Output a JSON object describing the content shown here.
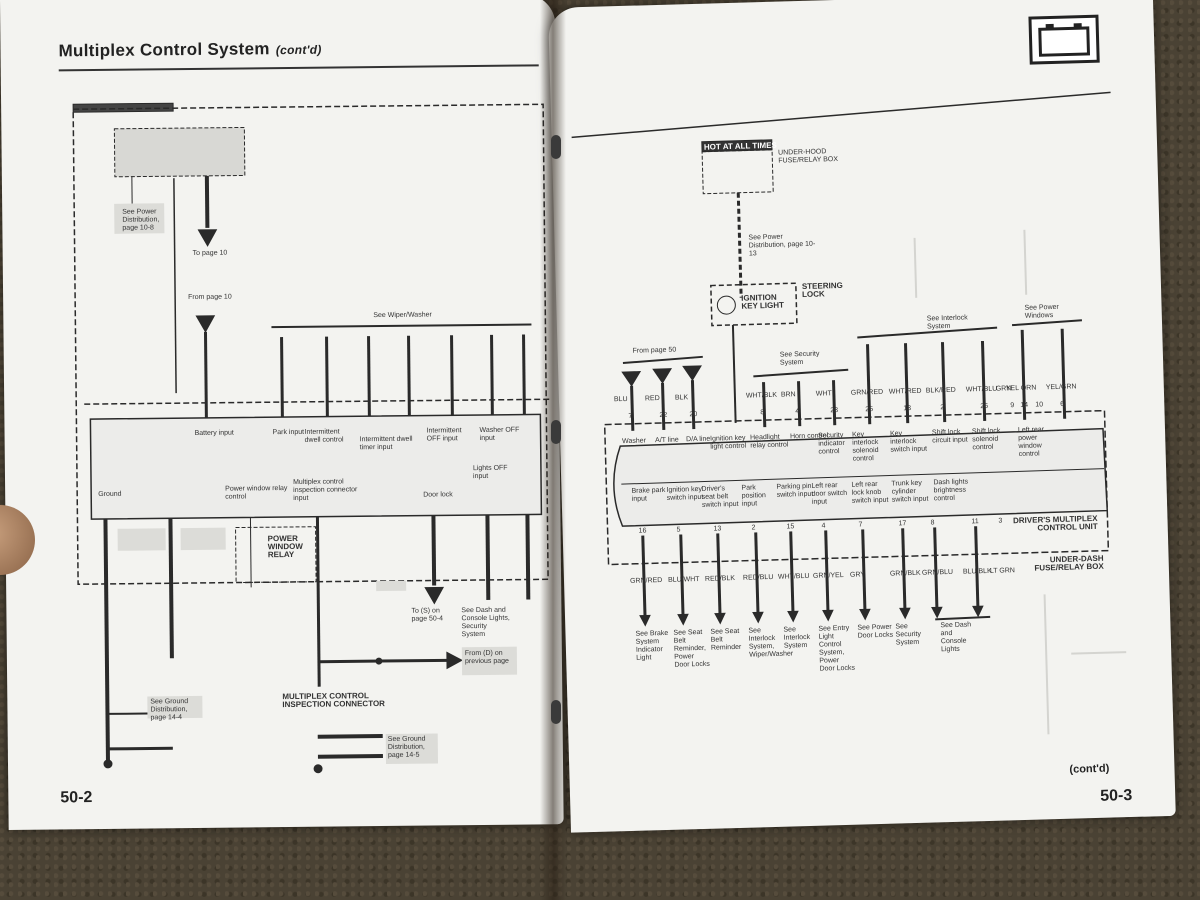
{
  "left_page": {
    "title": "Multiplex Control System",
    "title_cont": "(cont'd)",
    "page_number": "50-2",
    "labels": {
      "see_wiper_washer": "See Wiper/Washer",
      "to_page": "To page 10",
      "from_page": "From page 10",
      "park_input": "Park input",
      "battery": "Battery input",
      "intermittent": "Intermittent dwell control",
      "intermittent_timer": "Intermittent dwell timer input",
      "intermittent_off": "Intermittent OFF input",
      "washer_off": "Washer OFF input",
      "ground": "Ground",
      "power_window_relay": "Power window relay control",
      "multiplex_control": "Multiplex control inspection connector input",
      "door_lock": "Door lock",
      "lights_off": "Lights OFF input",
      "see_dash": "See Dash and Console Lights, Security System",
      "power_window_relay_box": "POWER WINDOW RELAY",
      "multiplex_connector": "MULTIPLEX CONTROL INSPECTION CONNECTOR",
      "see_ground": "See Ground Distribution, page 14-4",
      "see_ground_2": "See Ground Distribution, page 14-5",
      "see_power_dist": "See Power Distribution, page 10-8",
      "to_page_2": "To (S) on page 50-4",
      "from_previous": "From (D) on previous page"
    }
  },
  "right_page": {
    "page_number": "50-3",
    "cont_note": "(cont'd)",
    "hot_at_all_times": "HOT AT ALL TIMES",
    "under_hood_box": "UNDER-HOOD FUSE/RELAY BOX",
    "see_power_distribution": "See Power Distribution, page 10-13",
    "steering_lock": "STEERING LOCK",
    "ignition_key_light": "IGNITION KEY LIGHT",
    "from_page_50": "From page 50",
    "see_security": "See Security System",
    "see_interlock": "See Interlock System",
    "see_power_windows": "See Power Windows",
    "unit_name": "DRIVER'S MULTIPLEX CONTROL UNIT",
    "under_dash_box": "UNDER-DASH FUSE/RELAY BOX",
    "top_pins": [
      {
        "pin": "7",
        "wire": "BLU"
      },
      {
        "pin": "22",
        "wire": "RED"
      },
      {
        "pin": "20",
        "wire": "BLK"
      },
      {
        "pin": "8",
        "wire": "WHT/BLK"
      },
      {
        "pin": "4",
        "wire": "BRN"
      },
      {
        "pin": "23",
        "wire": "WHT"
      },
      {
        "pin": "25",
        "wire": "GRN/RED"
      },
      {
        "pin": "13",
        "wire": "WHT/RED"
      },
      {
        "pin": "2",
        "wire": "BLK/RED"
      },
      {
        "pin": "26",
        "wire": "WHT/BLU"
      },
      {
        "pin": "9",
        "wire": "GRN"
      },
      {
        "pin": "10",
        "wire": "ORN"
      },
      {
        "pin": "14",
        "wire": "YEL"
      },
      {
        "pin": "6",
        "wire": "YEL/GRN"
      }
    ],
    "unit_inputs_top": [
      "Washer",
      "A/T line",
      "D/A line",
      "Ignition key light control",
      "Headlight relay control",
      "Horn control",
      "Security indicator control",
      "Key interlock solenoid control",
      "Key interlock switch input",
      "Shift lock circuit input",
      "Shift lock solenoid control",
      "Left rear power window control"
    ],
    "unit_inputs_bottom": [
      "Brake park input",
      "Ignition key switch input",
      "Driver's seat belt switch input",
      "Park position input",
      "Parking pin switch input",
      "Left rear door switch input",
      "Left rear lock knob switch input",
      "Trunk key cylinder switch input",
      "Dash lights brightness control"
    ],
    "bottom_pins": [
      {
        "pin": "16",
        "wire": "GRN/RED"
      },
      {
        "pin": "5",
        "wire": "BLU/WHT"
      },
      {
        "pin": "13",
        "wire": "RED/BLK"
      },
      {
        "pin": "2",
        "wire": "RED/BLU"
      },
      {
        "pin": "15",
        "wire": "WHT/BLU"
      },
      {
        "pin": "4",
        "wire": "GRN/YEL"
      },
      {
        "pin": "7",
        "wire": "GRY"
      },
      {
        "pin": "17",
        "wire": "GRN/BLK"
      },
      {
        "pin": "8",
        "wire": "GRN/BLU"
      },
      {
        "pin": "11",
        "wire": "BLU/BLK"
      },
      {
        "pin": "3",
        "wire": "LT GRN"
      }
    ],
    "bottom_refs": [
      "See Brake System Indicator Light",
      "See Seat Belt Reminder, Power Door Locks",
      "See Seat Belt Reminder",
      "See Interlock System, Wiper/Washer",
      "See Interlock System",
      "See Entry Light Control System, Power Door Locks",
      "See Power Door Locks",
      "See Security System",
      "See Dash and Console Lights"
    ]
  },
  "colors": {
    "paper": "#f3f3f0",
    "ink": "#2a2a2a",
    "box_fill": "#d8d8d4"
  }
}
